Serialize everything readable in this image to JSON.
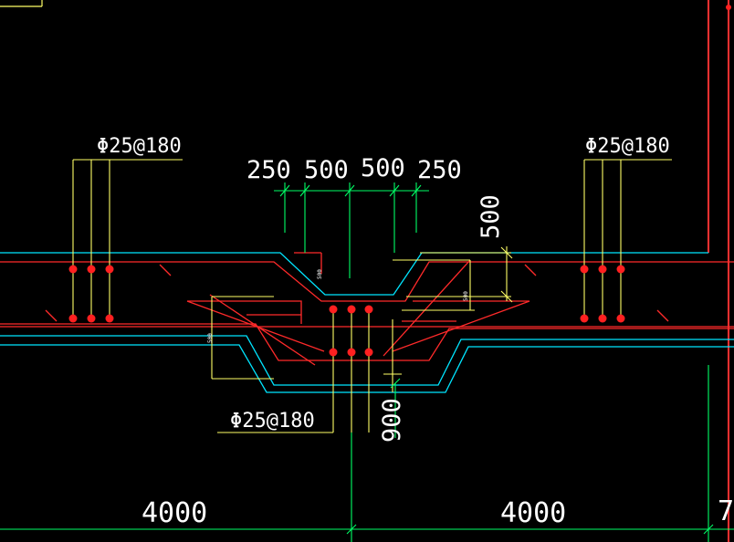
{
  "drawing": {
    "background": "#000000",
    "colors": {
      "concrete_outline": "#ff2a2a",
      "slab_edge": "#00e5ff",
      "rebar_line": "#ffff66",
      "dimension": "#00ff66",
      "text": "#ffffff",
      "rebar_dot": "#ff2020",
      "frame": "#ff3030"
    },
    "rebar_labels": {
      "left": "Φ25@180",
      "right": "Φ25@180",
      "bottom": "Φ25@180"
    },
    "top_dimensions": {
      "d1": "250",
      "d2": "500",
      "d3": "500",
      "d4": "250"
    },
    "side_dimension": "500",
    "depth_dimension": "900",
    "small_dimensions": {
      "a": "500",
      "b": "500",
      "c": "500"
    },
    "axis_dimensions": {
      "left": "4000",
      "right": "4000",
      "edge": "7"
    }
  }
}
